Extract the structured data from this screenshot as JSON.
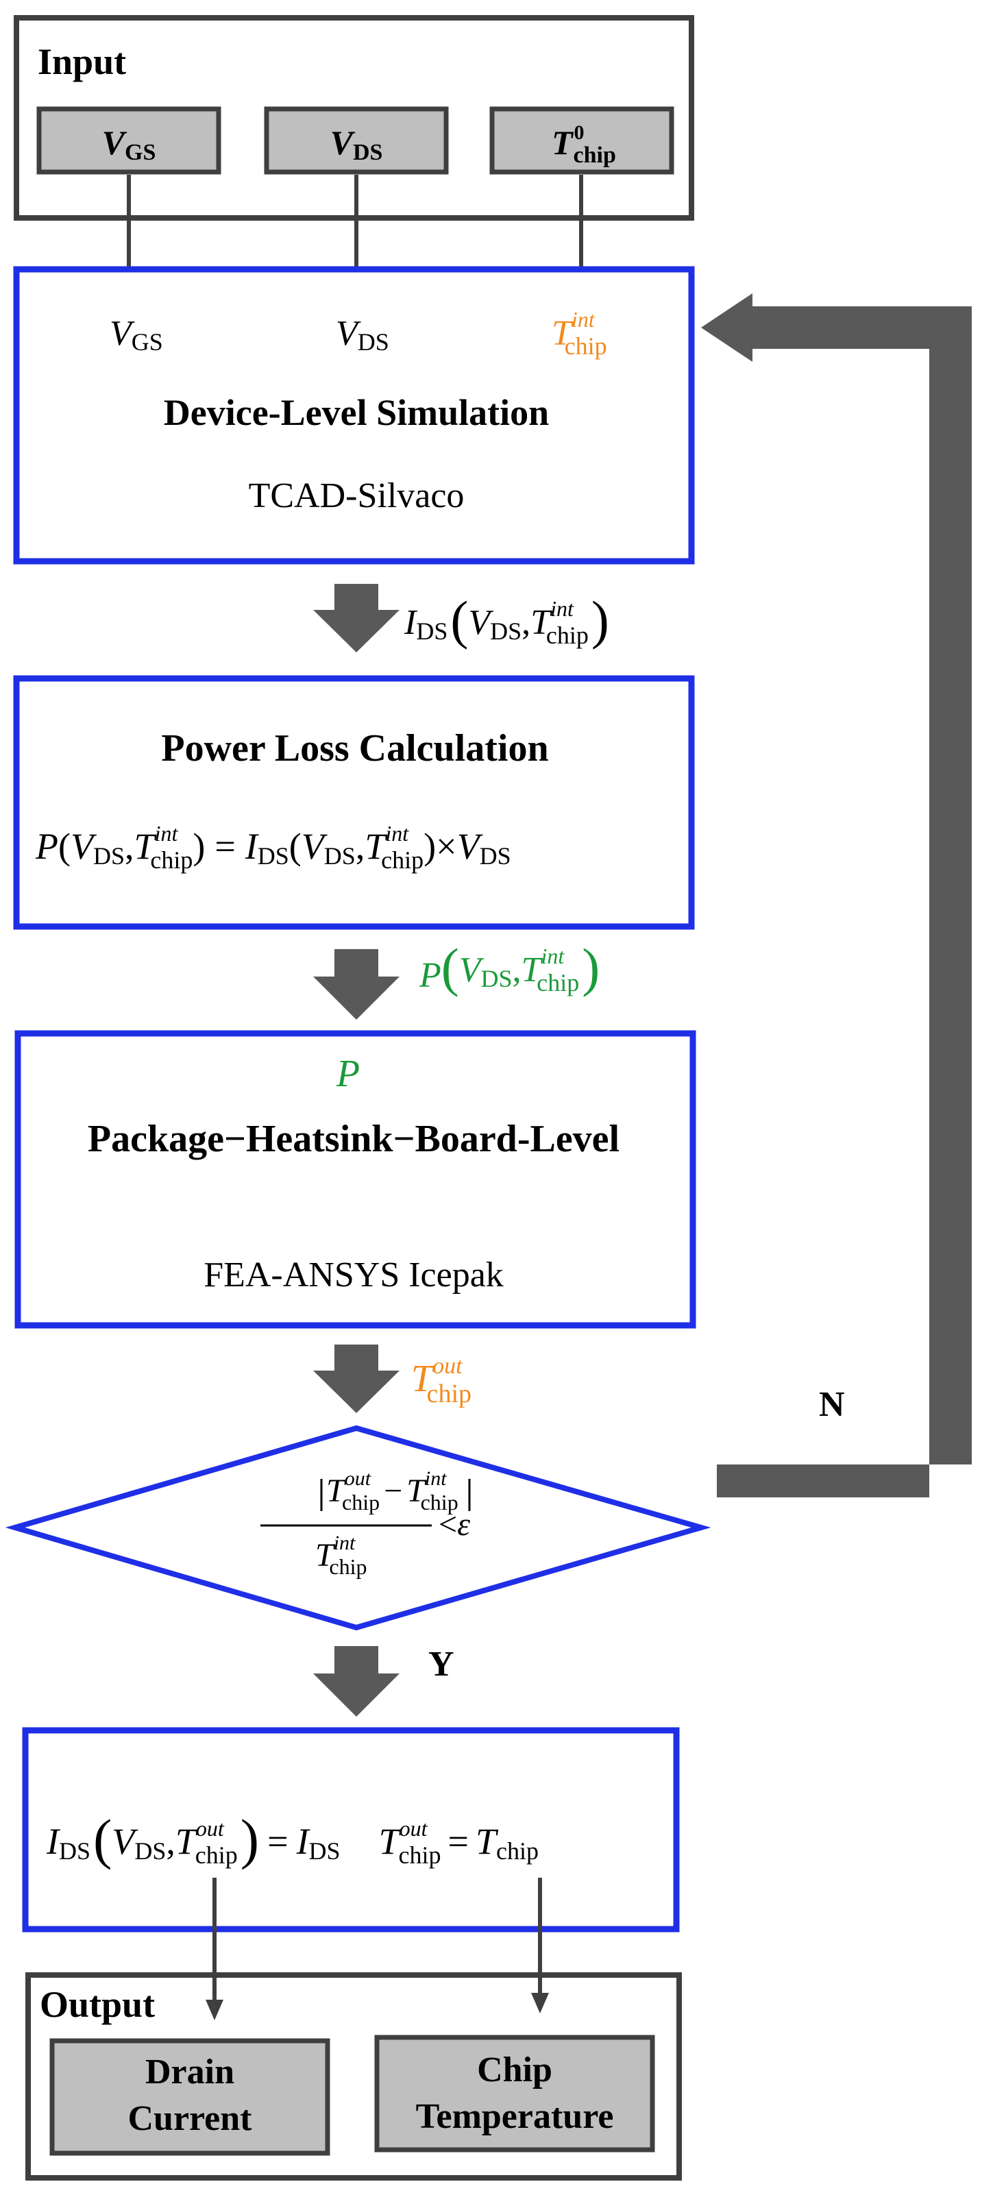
{
  "colors": {
    "grey_border": "#3f3f3f",
    "blue_border": "#1f2fe6",
    "grey_fill": "#bfbfbf",
    "arrow": "#595959",
    "orange": "#f28a1e",
    "green": "#1a9a3a",
    "text": "#000000"
  },
  "input": {
    "title": "Input",
    "vgs_main": "V",
    "vgs_sub": "GS",
    "vds_main": "V",
    "vds_sub": "DS",
    "tchip_main": "T",
    "tchip_sup": "0",
    "tchip_sub": "chip"
  },
  "device": {
    "vgs_main": "V",
    "vgs_sub": "GS",
    "vds_main": "V",
    "vds_sub": "DS",
    "t_main": "T",
    "t_sup": "int",
    "t_sub": "chip",
    "title": "Device-Level Simulation",
    "subtitle": "TCAD-Silvaco"
  },
  "ids_label": {
    "i": "I",
    "i_sub": "DS",
    "lparen": "(",
    "v": "V",
    "v_sub": "DS",
    "comma": ",",
    "t": "T",
    "t_sup": "int",
    "t_sub": "chip",
    "rparen": ")"
  },
  "power": {
    "title": "Power Loss Calculation",
    "p": "P",
    "lp": "(",
    "v": "V",
    "v_sub": "DS",
    "comma": ",",
    "t": "T",
    "t_sup": "int",
    "t_sub": "chip",
    "rp": ")",
    "eq": "=",
    "i": "I",
    "i_sub": "DS",
    "lp2": "(",
    "v2": "V",
    "v2_sub": "DS",
    "comma2": ",",
    "t2": "T",
    "t2_sup": "int",
    "t2_sub": "chip",
    "rp2": ")",
    "times": "×",
    "v3": "V",
    "v3_sub": "DS"
  },
  "p_label": {
    "p": "P",
    "lp": "(",
    "v": "V",
    "v_sub": "DS",
    "comma": ",",
    "t": "T",
    "t_sup": "int",
    "t_sub": "chip",
    "rp": ")"
  },
  "package": {
    "p": "P",
    "title": "Package−Heatsink−Board-Level",
    "subtitle": "FEA-ANSYS Icepak"
  },
  "tout_label": {
    "t": "T",
    "t_sup": "out",
    "t_sub": "chip"
  },
  "decision": {
    "t1": "T",
    "t1_sup": "out",
    "t1_sub": "chip",
    "minus": "−",
    "t2": "T",
    "t2_sup": "int",
    "t2_sub": "chip",
    "t3": "T",
    "t3_sup": "int",
    "t3_sub": "chip",
    "lt": "<",
    "eps": "ε"
  },
  "no_label": "N",
  "yes_label": "Y",
  "result": {
    "i": "I",
    "i_sub": "DS",
    "lp": "(",
    "v": "V",
    "v_sub": "DS",
    "comma": ",",
    "t": "T",
    "t_sup": "out",
    "t_sub": "chip",
    "rp": ")",
    "eq": "=",
    "i2": "I",
    "i2_sub": "DS",
    "t2": "T",
    "t2_sup": "out",
    "t2_sub": "chip",
    "eq2": "=",
    "t3": "T",
    "t3_sub": "chip"
  },
  "output": {
    "title": "Output",
    "drain_line1": "Drain",
    "drain_line2": "Current",
    "chip_line1": "Chip",
    "chip_line2": "Temperature"
  }
}
